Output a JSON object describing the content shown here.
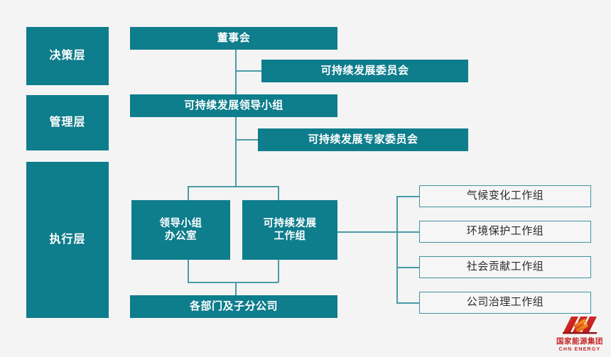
{
  "meta": {
    "title": "可持续发展治理架构图",
    "colors": {
      "background": "#f4f4f4",
      "solid_fill": "#0e7d8c",
      "line": "#4a9aa6",
      "outline_border": "#3f93a0",
      "outline_fill": "#f6f6f6",
      "solid_text": "#ffffff",
      "outline_text": "#2b2b2b",
      "logo_red": "#c62828"
    }
  },
  "layers": [
    {
      "id": "decision",
      "label": "决策层"
    },
    {
      "id": "management",
      "label": "管理层"
    },
    {
      "id": "execution",
      "label": "执行层"
    }
  ],
  "nodes": {
    "board": {
      "label": "董事会"
    },
    "sd_committee": {
      "label": "可持续发展委员会"
    },
    "sd_leading_group": {
      "label": "可持续发展领导小组"
    },
    "sd_expert_committee": {
      "label": "可持续发展专家委员会"
    },
    "leading_group_office": {
      "line1": "领导小组",
      "line2": "办公室"
    },
    "sd_working_group": {
      "line1": "可持续发展",
      "line2": "工作组"
    },
    "departments": {
      "label": "各部门及子分公司"
    }
  },
  "working_groups": [
    {
      "id": "climate-change",
      "label": "气候变化工作组"
    },
    {
      "id": "environment",
      "label": "环境保护工作组"
    },
    {
      "id": "social-contribution",
      "label": "社会贡献工作组"
    },
    {
      "id": "corporate-governance",
      "label": "公司治理工作组"
    }
  ],
  "logo": {
    "icon": "chn-energy-logo-icon",
    "name_cn": "国家能源集团",
    "name_en": "CHN ENERGY"
  }
}
